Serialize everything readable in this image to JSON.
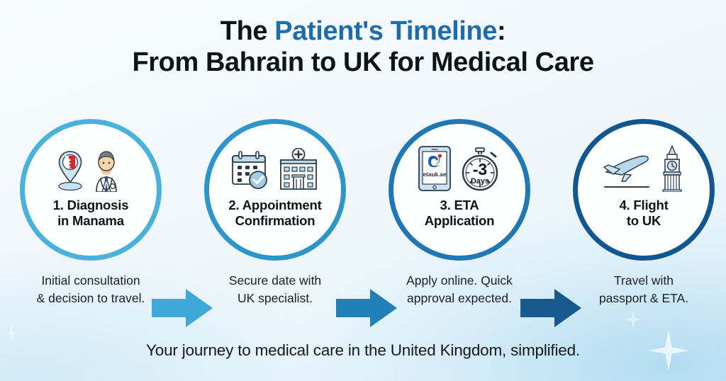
{
  "title": {
    "line1_prefix": "The ",
    "line1_accent": "Patient's Timeline",
    "line1_suffix": ":",
    "line2": "From Bahrain to UK for Medical Care",
    "accent_color": "#1d6cab"
  },
  "steps": [
    {
      "label": "1. Diagnosis\nin Manama",
      "caption": "Initial consultation\n& decision to travel.",
      "ring_color": "#48b2dd",
      "icons": [
        "map-pin-bahrain-flag-icon",
        "doctor-icon"
      ]
    },
    {
      "label": "2. Appointment\nConfirmation",
      "caption": "Secure date with\nUK specialist.",
      "ring_color": "#2e95c9",
      "icons": [
        "calendar-check-icon",
        "hospital-building-icon"
      ]
    },
    {
      "label": "3. ETA\nApplication",
      "caption": "Apply online. Quick\napproval expected.",
      "ring_color": "#1f78b4",
      "icons": [
        "tablet-etauk-icon",
        "stopwatch-icon"
      ],
      "tablet_brand": "etauk.ae",
      "stopwatch_value": "-3",
      "stopwatch_unit": "Days"
    },
    {
      "label": "4. Flight\nto UK",
      "caption": "Travel with\npassport & ETA.",
      "ring_color": "#12568f",
      "icons": [
        "airplane-takeoff-icon",
        "big-ben-icon"
      ]
    }
  ],
  "arrows": [
    {
      "name": "arrow-step1-to-step2",
      "color": "#3ea8d8"
    },
    {
      "name": "arrow-step2-to-step3",
      "color": "#2180b8"
    },
    {
      "name": "arrow-step3-to-step4",
      "color": "#15598f"
    }
  ],
  "footer": {
    "text": "Your journey to medical care in the United Kingdom, simplified."
  }
}
